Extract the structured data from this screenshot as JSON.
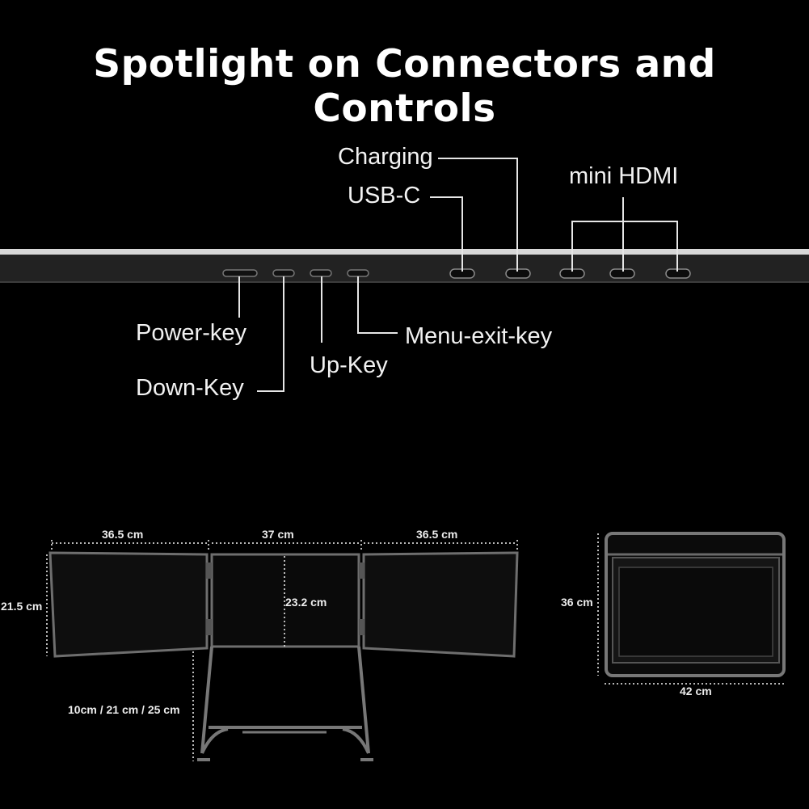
{
  "title": "Spotlight on Connectors and Controls",
  "ports": {
    "charging": "Charging",
    "usb_c": "USB-C",
    "mini_hdmi": "mini HDMI"
  },
  "controls": {
    "power": "Power-key",
    "down": "Down-Key",
    "up": "Up-Key",
    "menu_exit": "Menu-exit-key"
  },
  "dimensions": {
    "left_width": "36.5 cm",
    "center_width": "37 cm",
    "right_width": "36.5 cm",
    "side_height": "21.5 cm",
    "center_height": "23.2 cm",
    "stand_height": "10cm / 21 cm / 25 cm",
    "folded_height": "36 cm",
    "folded_width": "42 cm"
  }
}
